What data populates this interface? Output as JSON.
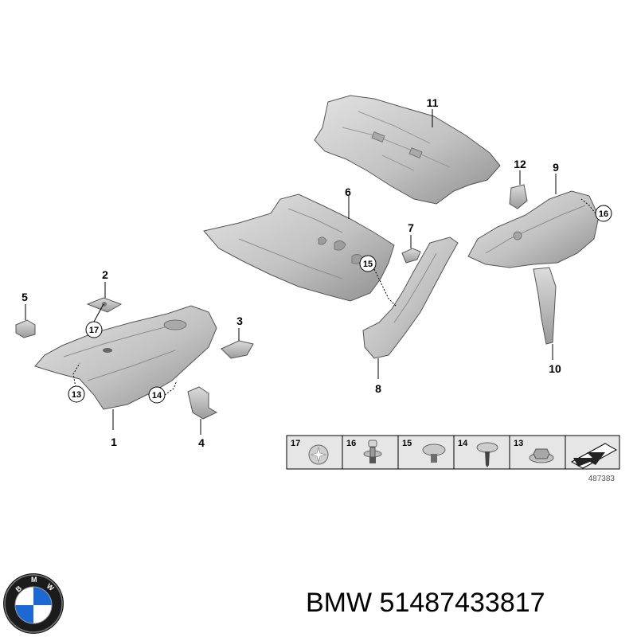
{
  "diagram": {
    "callouts": [
      {
        "id": "p1",
        "num": "1"
      },
      {
        "id": "p2",
        "num": "2"
      },
      {
        "id": "p3",
        "num": "3"
      },
      {
        "id": "p4",
        "num": "4"
      },
      {
        "id": "p5",
        "num": "5"
      },
      {
        "id": "p6",
        "num": "6"
      },
      {
        "id": "p7",
        "num": "7"
      },
      {
        "id": "p8",
        "num": "8"
      },
      {
        "id": "p9",
        "num": "9"
      },
      {
        "id": "p10",
        "num": "10"
      },
      {
        "id": "p11",
        "num": "11"
      },
      {
        "id": "p12",
        "num": "12"
      }
    ],
    "circled": [
      {
        "id": "c17",
        "num": "17"
      },
      {
        "id": "c13",
        "num": "13"
      },
      {
        "id": "c14",
        "num": "14"
      },
      {
        "id": "c15",
        "num": "15"
      },
      {
        "id": "c16",
        "num": "16"
      }
    ],
    "fastener_legend": [
      {
        "num": "17",
        "icon": "spring-clip-icon"
      },
      {
        "num": "16",
        "icon": "bolt-with-washer-icon"
      },
      {
        "num": "15",
        "icon": "expanding-rivet-icon"
      },
      {
        "num": "14",
        "icon": "screw-rivet-icon"
      },
      {
        "num": "13",
        "icon": "hex-nut-icon"
      },
      {
        "num": "",
        "icon": "direction-arrow-icon"
      }
    ],
    "drawing_number": "487383"
  },
  "footer": {
    "brand": "BMW",
    "part_number": "51487433817",
    "logo_icon": "bmw-roundel-icon",
    "logo_letters": "BMW"
  },
  "colors": {
    "part_fill": "#c9c9c9",
    "part_shadow": "#8e8e8e",
    "legend_bg": "#e6e6e6",
    "roundel_blue": "#1c69d4"
  }
}
